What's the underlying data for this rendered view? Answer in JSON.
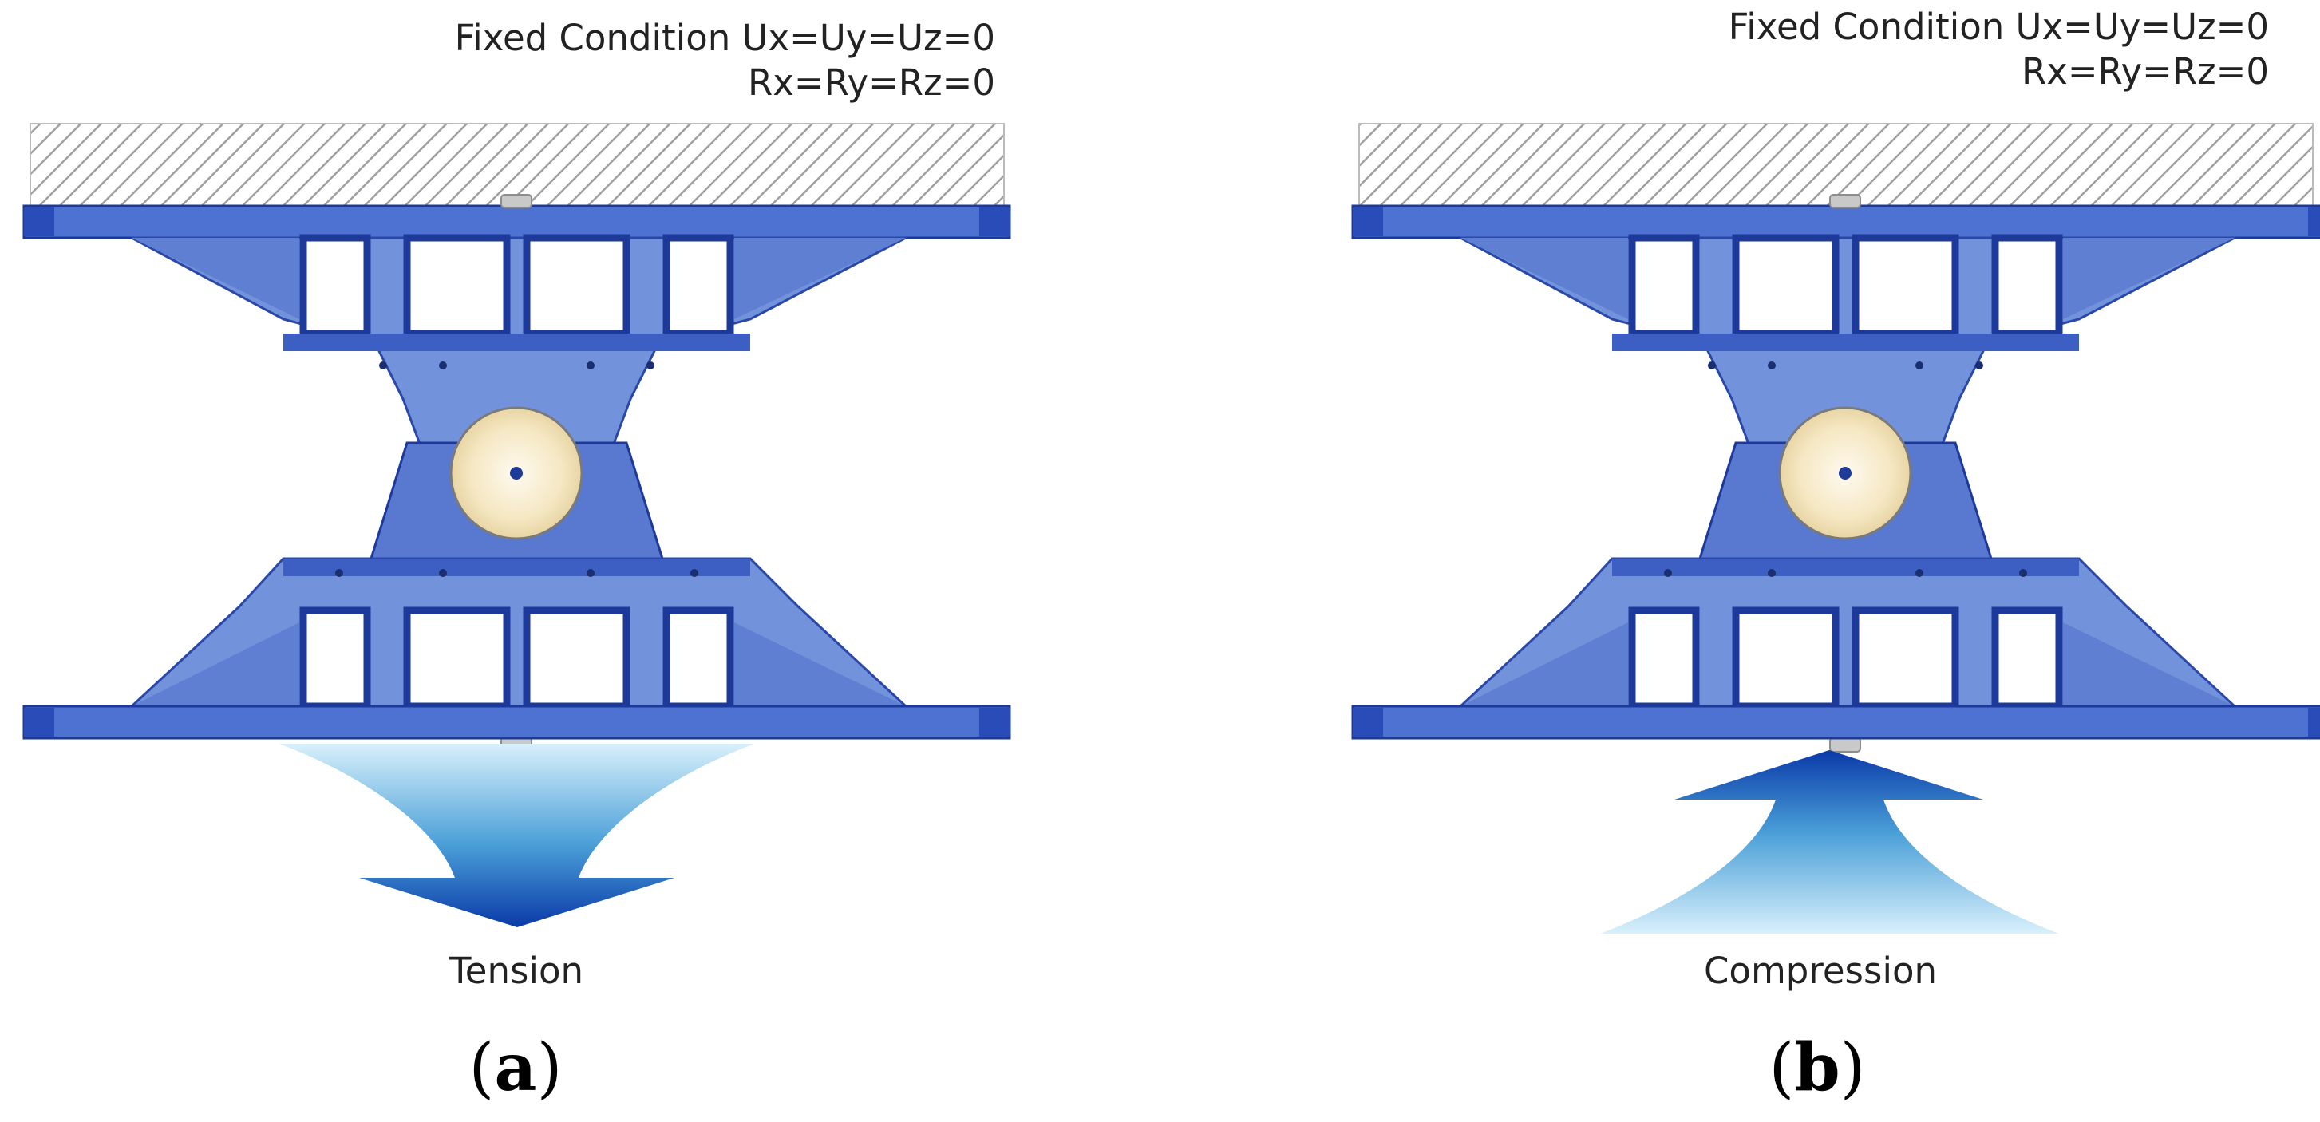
{
  "panels": [
    {
      "id": "a",
      "condition_line1": "Fixed Condition Ux=Uy=Uz=0",
      "condition_line2": "Rx=Ry=Rz=0",
      "load_label": "Tension",
      "panel_letter": "a"
    },
    {
      "id": "b",
      "condition_line1": "Fixed Condition Ux=Uy=Uz=0",
      "condition_line2": "Rx=Ry=Rz=0",
      "load_label": "Compression",
      "panel_letter": "b"
    }
  ],
  "colors": {
    "body_blue": "#6f8fdc",
    "dark_blue": "#1a3ea8",
    "plate_blue": "#4a6fd0",
    "arrow_blue_dark": "#0a3fb0",
    "arrow_blue_light": "#bfe4f7",
    "pin_cream": "#f7ecc8",
    "hatch_gray": "#9a9a9a"
  }
}
